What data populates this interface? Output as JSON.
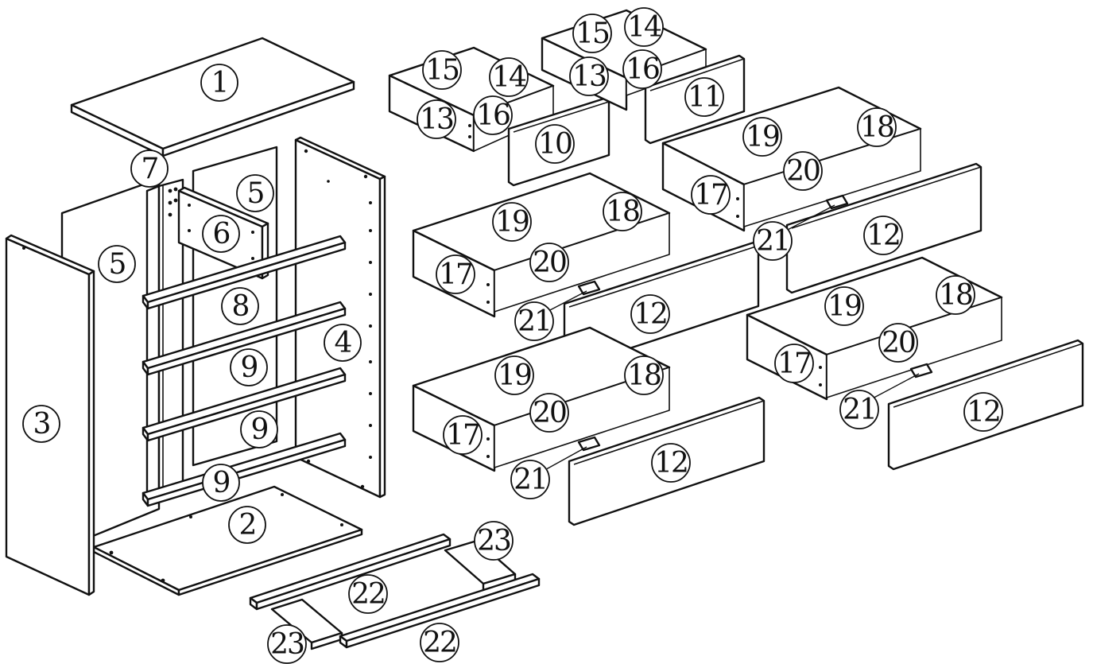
{
  "diagram": {
    "callouts": [
      {
        "id": "c-1",
        "label": "1"
      },
      {
        "id": "c-2",
        "label": "2"
      },
      {
        "id": "c-3",
        "label": "3"
      },
      {
        "id": "c-4",
        "label": "4"
      },
      {
        "id": "c-5a",
        "label": "5"
      },
      {
        "id": "c-5b",
        "label": "5"
      },
      {
        "id": "c-6",
        "label": "6"
      },
      {
        "id": "c-7",
        "label": "7"
      },
      {
        "id": "c-8",
        "label": "8"
      },
      {
        "id": "c-9a",
        "label": "9"
      },
      {
        "id": "c-9b",
        "label": "9"
      },
      {
        "id": "c-9c",
        "label": "9"
      },
      {
        "id": "c-10",
        "label": "10"
      },
      {
        "id": "c-11",
        "label": "11"
      },
      {
        "id": "c-12a",
        "label": "12"
      },
      {
        "id": "c-12b",
        "label": "12"
      },
      {
        "id": "c-12c",
        "label": "12"
      },
      {
        "id": "c-12d",
        "label": "12"
      },
      {
        "id": "c-13a",
        "label": "13"
      },
      {
        "id": "c-13b",
        "label": "13"
      },
      {
        "id": "c-14a",
        "label": "14"
      },
      {
        "id": "c-14b",
        "label": "14"
      },
      {
        "id": "c-15a",
        "label": "15"
      },
      {
        "id": "c-15b",
        "label": "15"
      },
      {
        "id": "c-16a",
        "label": "16"
      },
      {
        "id": "c-16b",
        "label": "16"
      },
      {
        "id": "c-17a",
        "label": "17"
      },
      {
        "id": "c-17b",
        "label": "17"
      },
      {
        "id": "c-17c",
        "label": "17"
      },
      {
        "id": "c-17d",
        "label": "17"
      },
      {
        "id": "c-18a",
        "label": "18"
      },
      {
        "id": "c-18b",
        "label": "18"
      },
      {
        "id": "c-18c",
        "label": "18"
      },
      {
        "id": "c-18d",
        "label": "18"
      },
      {
        "id": "c-19a",
        "label": "19"
      },
      {
        "id": "c-19b",
        "label": "19"
      },
      {
        "id": "c-19c",
        "label": "19"
      },
      {
        "id": "c-19d",
        "label": "19"
      },
      {
        "id": "c-20a",
        "label": "20"
      },
      {
        "id": "c-20b",
        "label": "20"
      },
      {
        "id": "c-20c",
        "label": "20"
      },
      {
        "id": "c-20d",
        "label": "20"
      },
      {
        "id": "c-21a",
        "label": "21"
      },
      {
        "id": "c-21b",
        "label": "21"
      },
      {
        "id": "c-21c",
        "label": "21"
      },
      {
        "id": "c-21d",
        "label": "21"
      },
      {
        "id": "c-22a",
        "label": "22"
      },
      {
        "id": "c-22b",
        "label": "22"
      },
      {
        "id": "c-23a",
        "label": "23"
      },
      {
        "id": "c-23b",
        "label": "23"
      }
    ]
  }
}
